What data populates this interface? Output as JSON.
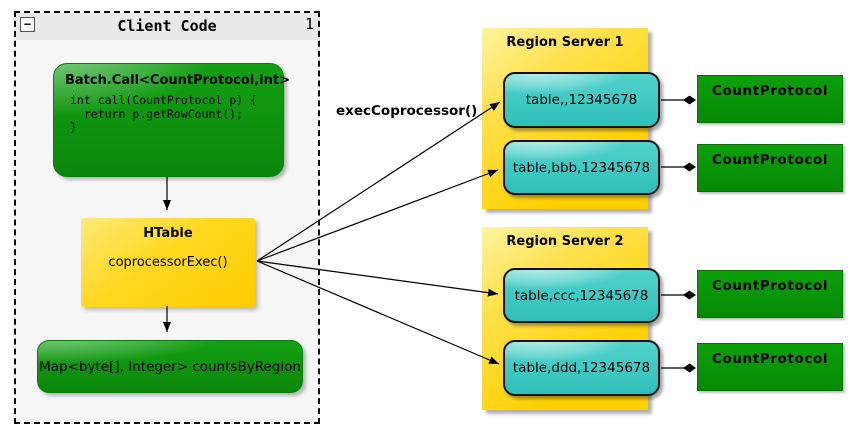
{
  "client_frame": {
    "title": "Client Code",
    "collapse_label": "−",
    "badge": "1",
    "batch_call": {
      "title": "Batch.Call<CountProtocol,int>",
      "code": "int call(CountProtocol p) {\n  return p.getRowCount();\n}"
    },
    "htable": {
      "title": "HTable",
      "method": "coprocessorExec()"
    },
    "map_node": {
      "label": "Map<byte[], Integer> countsByRegion"
    }
  },
  "edge_label": "execCoprocessor()",
  "region_servers": [
    {
      "title": "Region Server 1",
      "tables": [
        {
          "label": "table,,12345678"
        },
        {
          "label": "table,bbb,12345678"
        }
      ]
    },
    {
      "title": "Region Server 2",
      "tables": [
        {
          "label": "table,ccc,12345678"
        },
        {
          "label": "table,ddd,12345678"
        }
      ]
    }
  ],
  "protocols": [
    {
      "label": "CountProtocol"
    },
    {
      "label": "CountProtocol"
    },
    {
      "label": "CountProtocol"
    },
    {
      "label": "CountProtocol"
    }
  ],
  "colors": {
    "group_yellow": "#FFD100",
    "node_green": "#0E8F0E",
    "protocol_green": "#0A9A08",
    "table_cyan": "#3CC8C2",
    "frame_bg": "#F6F6F6",
    "edge_black": "#000000"
  }
}
